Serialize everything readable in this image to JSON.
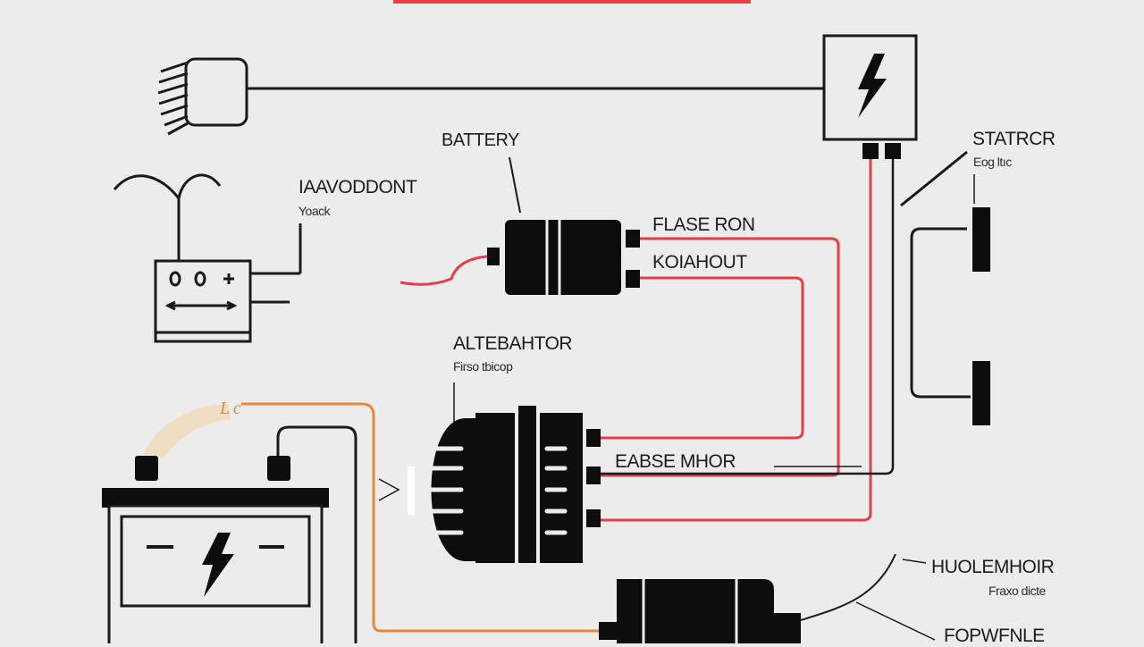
{
  "labels": {
    "battery": "BATTERY",
    "starter": "STATRCR",
    "starter_sub": "Eog ltıc",
    "ignition": "IAAVODDONT",
    "ignition_sub": "Yoack",
    "fuse_relay": "FLASE RON",
    "knockout": "KOIAHOUT",
    "alternator": "ALTEBAHTOR",
    "alternator_sub": "Firso tbicop",
    "engine": "EABSE MHOR",
    "module": "HUOLEMHOIR",
    "module_sub": "Fraxo dicte",
    "bottom_right": "FOPWFNLE",
    "battery_mark": "L c"
  },
  "colors": {
    "background": "#ececec",
    "line": "#1a1a1a",
    "red_wire": "#e0404a",
    "orange_wire": "#e58a3a",
    "component_fill": "#0d0d0d",
    "accent_bar": "#ee3b44"
  }
}
